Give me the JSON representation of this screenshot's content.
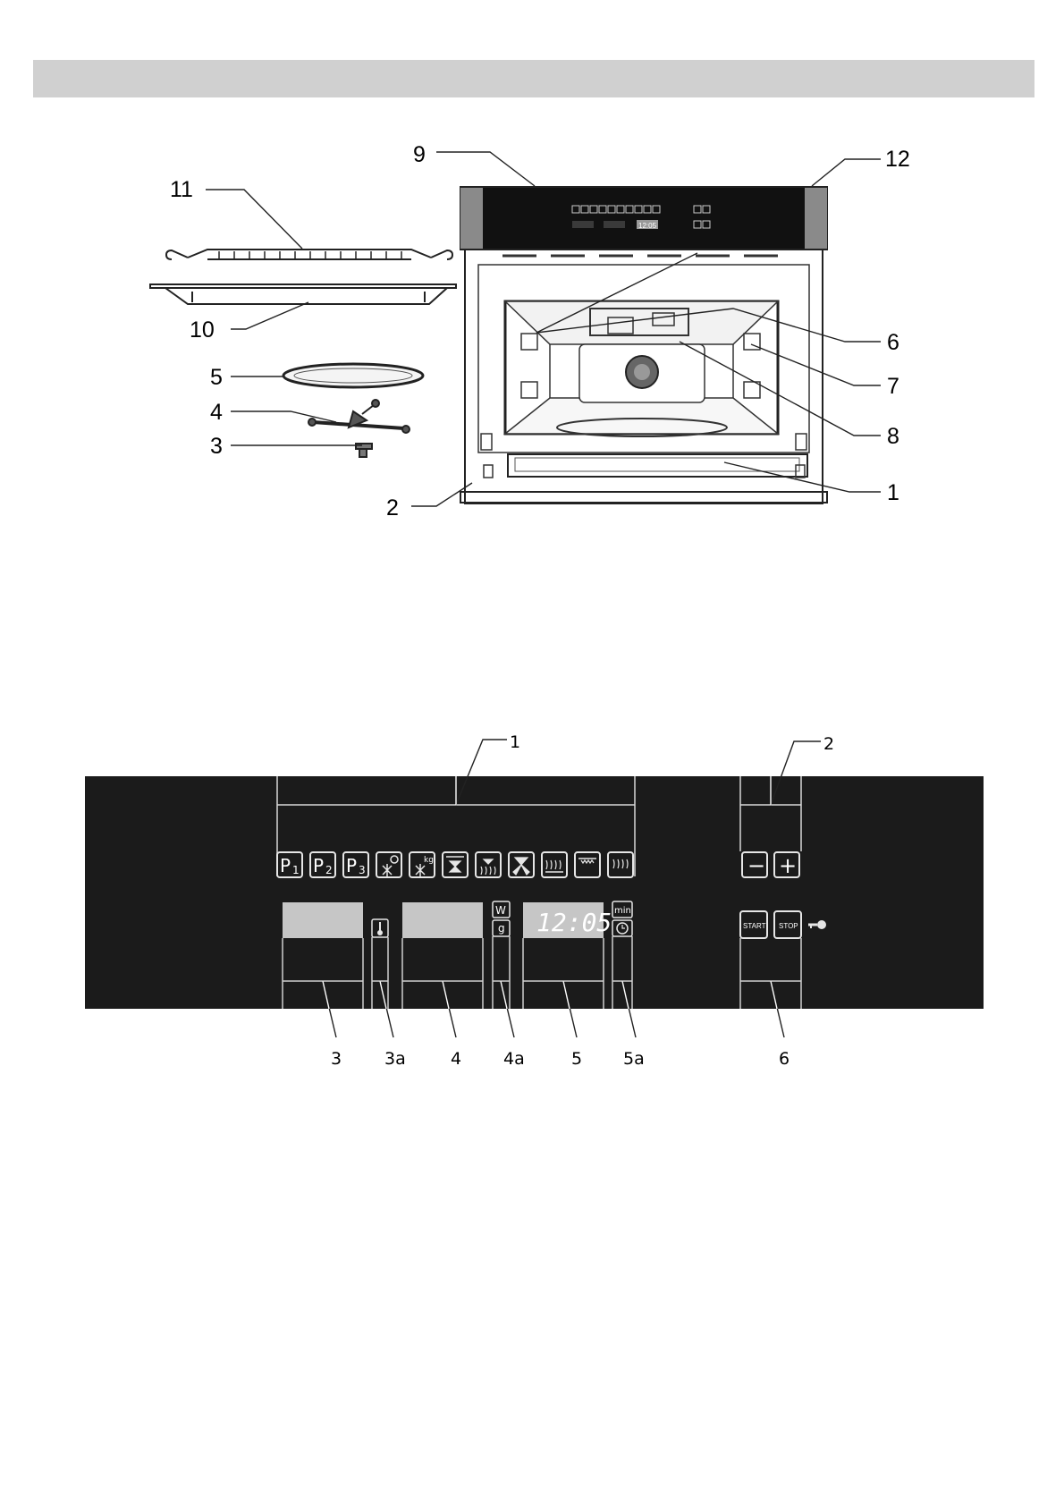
{
  "diagram": {
    "callouts": [
      {
        "id": "9",
        "label": "9"
      },
      {
        "id": "12",
        "label": "12"
      },
      {
        "id": "11",
        "label": "11"
      },
      {
        "id": "10",
        "label": "10"
      },
      {
        "id": "5",
        "label": "5"
      },
      {
        "id": "4",
        "label": "4"
      },
      {
        "id": "3",
        "label": "3"
      },
      {
        "id": "2",
        "label": "2"
      },
      {
        "id": "6",
        "label": "6"
      },
      {
        "id": "7",
        "label": "7"
      },
      {
        "id": "8",
        "label": "8"
      },
      {
        "id": "1",
        "label": "1"
      }
    ],
    "mini_clock": "12:05"
  },
  "panel": {
    "top_callouts": [
      {
        "label": "1"
      },
      {
        "label": "2"
      }
    ],
    "bottom_callouts": [
      {
        "label": "3"
      },
      {
        "label": "3a"
      },
      {
        "label": "4"
      },
      {
        "label": "4a"
      },
      {
        "label": "5"
      },
      {
        "label": "5a"
      },
      {
        "label": "6"
      }
    ],
    "program_buttons": [
      {
        "label": "P",
        "sub": "1"
      },
      {
        "label": "P",
        "sub": "2"
      },
      {
        "label": "P",
        "sub": "3"
      }
    ],
    "function_icons": [
      "defrost-time-icon",
      "defrost-weight-icon",
      "grill-fan-icon",
      "steam-fan-icon",
      "fan-icon",
      "bottom-heat-icon",
      "top-heat-icon",
      "top-bottom-heat-icon"
    ],
    "minus_label": "−",
    "plus_label": "+",
    "w_label": "W",
    "g_label": "g",
    "min_label": "min",
    "clock": "12:05",
    "start_label": "START",
    "stop_label": "STOP",
    "colors": {
      "panel": "#1b1b1b",
      "display_blank": "#c6c6c6",
      "line": "#cfcfcf",
      "outline": "#e6e6e6"
    }
  }
}
